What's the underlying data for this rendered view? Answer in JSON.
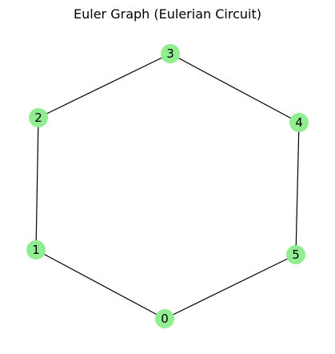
{
  "title": "Euler Graph (Eulerian Circuit)",
  "node_color": "#90ee90",
  "edge_color": "#000000",
  "nodes": [
    {
      "id": "0",
      "label": "0"
    },
    {
      "id": "1",
      "label": "1"
    },
    {
      "id": "2",
      "label": "2"
    },
    {
      "id": "3",
      "label": "3"
    },
    {
      "id": "4",
      "label": "4"
    },
    {
      "id": "5",
      "label": "5"
    }
  ],
  "edges": [
    {
      "source": "0",
      "target": "1"
    },
    {
      "source": "1",
      "target": "2"
    },
    {
      "source": "2",
      "target": "3"
    },
    {
      "source": "3",
      "target": "4"
    },
    {
      "source": "4",
      "target": "5"
    },
    {
      "source": "5",
      "target": "0"
    }
  ]
}
